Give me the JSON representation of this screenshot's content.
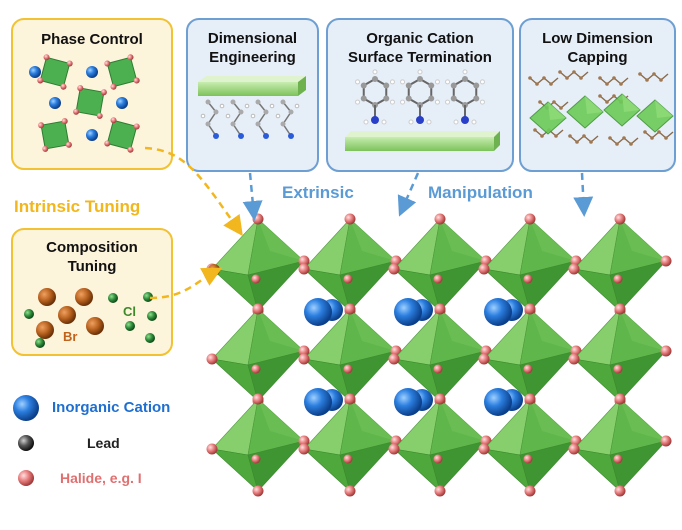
{
  "boxes": {
    "phase_control": "Phase Control",
    "dimensional_1": "Dimensional",
    "dimensional_2": "Engineering",
    "organic_1": "Organic Cation",
    "organic_2": "Surface Termination",
    "lowdim_1": "Low Dimension",
    "lowdim_2": "Capping",
    "composition_1": "Composition",
    "composition_2": "Tuning",
    "br_label": "Br",
    "cl_label": "Cl"
  },
  "labels": {
    "intrinsic": "Intrinsic Tuning",
    "extrinsic": "Extrinsic",
    "manipulation": "Manipulation"
  },
  "legend": {
    "inorganic": "Inorganic Cation",
    "lead": "Lead",
    "halide": "Halide, e.g. I"
  },
  "colors": {
    "yellow_accent": "#f2b71e",
    "blue_accent": "#5b9bd5",
    "octahedron_green": "#5cb85c",
    "cation_blue": "#1f6fd1",
    "halide_red": "#e07070",
    "bromide_orange": "#c76a1f",
    "chloride_green": "#2e8b3a"
  }
}
